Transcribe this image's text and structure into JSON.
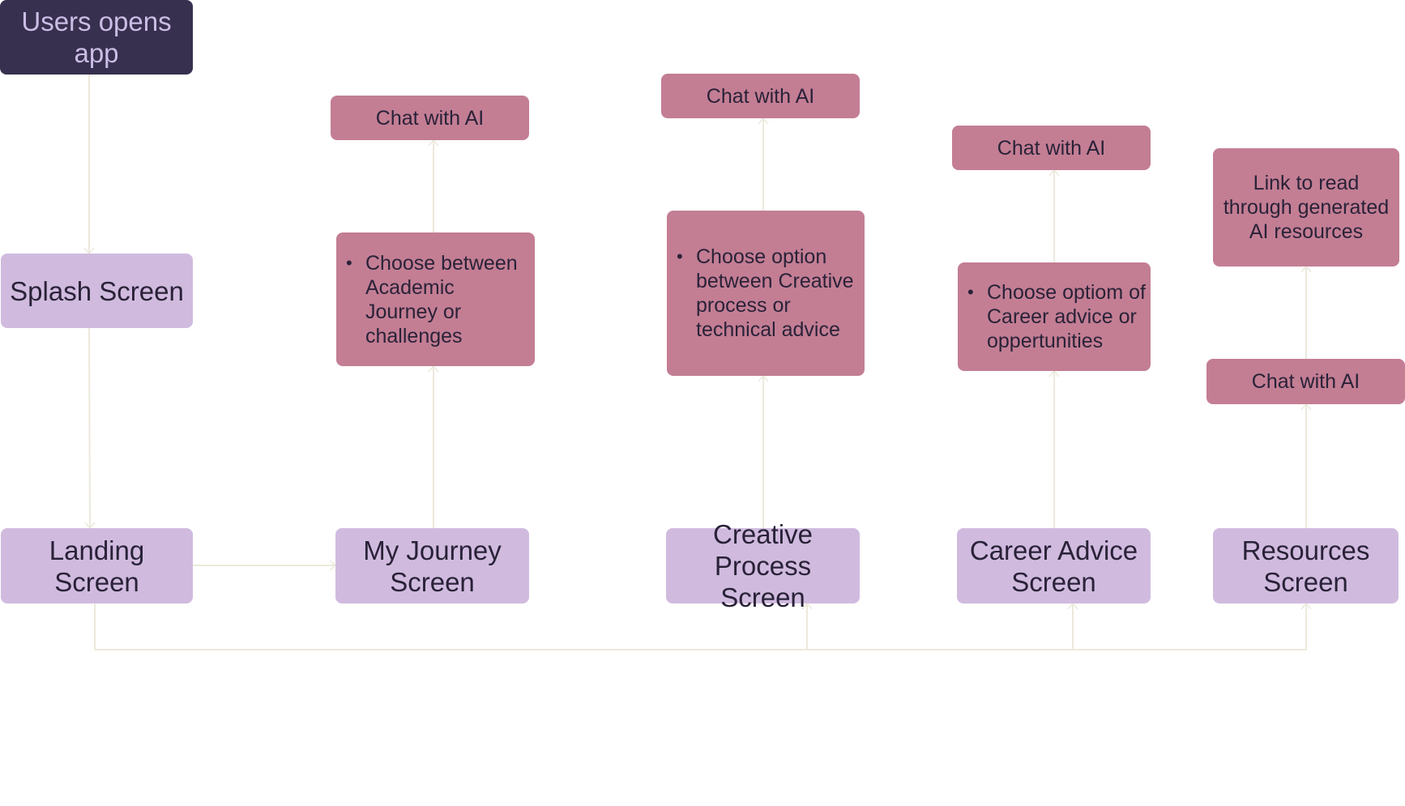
{
  "nodes": {
    "start": "Users opens app",
    "splash": "Splash Screen",
    "landing": "Landing Screen",
    "journey": "My Journey Screen",
    "creative": "Creative Process Screen",
    "career": "Career Advice Screen",
    "resources": "Resources Screen",
    "journey_option": "Choose between Academic Journey or challenges",
    "creative_option": "Choose option between Creative process or technical advice",
    "career_option": "Choose optiom of Career advice or oppertunities",
    "chat_journey": "Chat with AI",
    "chat_creative": "Chat with AI",
    "chat_career": "Chat with AI",
    "chat_resources": "Chat with AI",
    "resources_link": "Link to read through generated AI resources"
  },
  "colors": {
    "start_fill": "#37304e",
    "start_text": "#cbbde6",
    "screen_fill": "#d0bbdf",
    "action_fill": "#c37e94",
    "connector": "#ece9dc",
    "text": "#2a2238"
  },
  "edges": [
    [
      "start",
      "splash"
    ],
    [
      "splash",
      "landing"
    ],
    [
      "landing",
      "journey"
    ],
    [
      "landing",
      "creative"
    ],
    [
      "landing",
      "career"
    ],
    [
      "landing",
      "resources"
    ],
    [
      "journey",
      "journey_option"
    ],
    [
      "journey_option",
      "chat_journey"
    ],
    [
      "creative",
      "creative_option"
    ],
    [
      "creative_option",
      "chat_creative"
    ],
    [
      "career",
      "career_option"
    ],
    [
      "career_option",
      "chat_career"
    ],
    [
      "resources",
      "chat_resources"
    ],
    [
      "chat_resources",
      "resources_link"
    ]
  ]
}
